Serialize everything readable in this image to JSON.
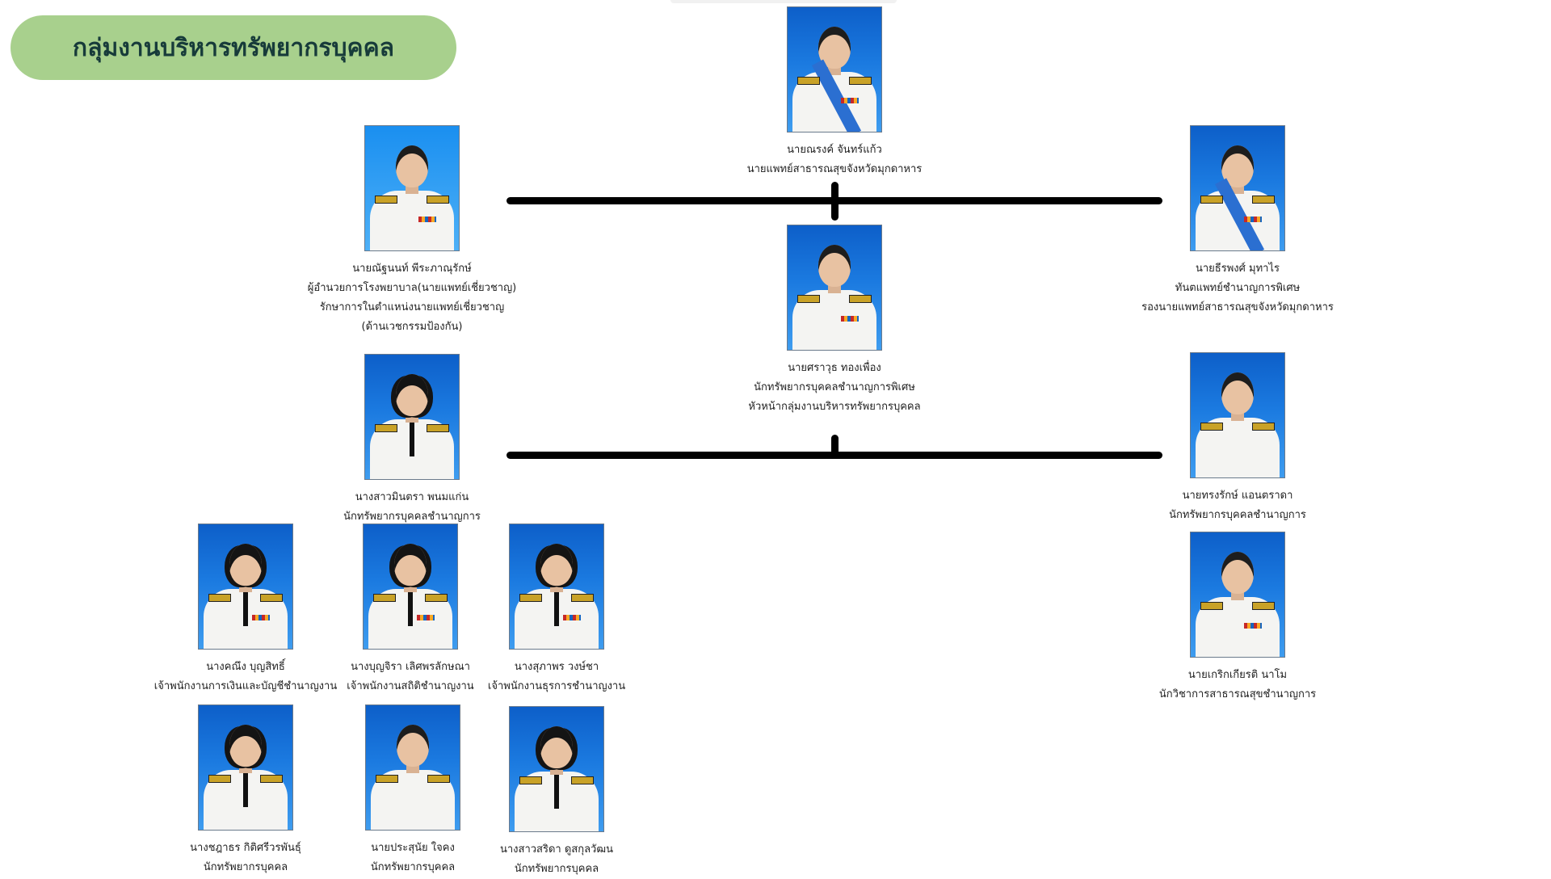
{
  "header": {
    "title": "กลุ่มงานบริหารทรัพยากรบุคคล"
  },
  "people": {
    "chief": {
      "name": "นายณรงค์ จันทร์แก้ว",
      "lines": [
        "นายแพทย์สาธารณสุขจังหวัดมุกดาหาร"
      ]
    },
    "deputy_left": {
      "name": "นายณัฐนนท์ พีระภาณุรักษ์",
      "lines": [
        "ผู้อำนวยการโรงพยาบาล(นายแพทย์เชี่ยวชาญ)",
        "รักษาการในตำแหน่งนายแพทย์เชี่ยวชาญ",
        "(ด้านเวชกรรมป้องกัน)"
      ]
    },
    "deputy_right": {
      "name": "นายธีรพงศ์ มุทาไร",
      "lines": [
        "ทันตแพทย์ชำนาญการพิเศษ",
        "รองนายแพทย์สาธารณสุขจังหวัดมุกดาหาร"
      ]
    },
    "group_head": {
      "name": "นายศราวุธ ทองเพื่อง",
      "lines": [
        "นักทรัพยากรบุคคลชำนาญการพิเศษ",
        "หัวหน้ากลุ่มงานบริหารทรัพยากรบุคคล"
      ]
    },
    "left_lead": {
      "name": "นางสาวมินตรา พนมแก่น",
      "lines": [
        "นักทรัพยากรบุคคลชำนาญการ"
      ]
    },
    "right_lead": {
      "name": "นายทรงรักษ์ แอนตราดา",
      "lines": [
        "นักทรัพยากรบุคคลชำนาญการ"
      ]
    },
    "staff1": {
      "name": "นางคณึง บุญสิทธิ์",
      "lines": [
        "เจ้าพนักงานการเงินและบัญชีชำนาญงาน"
      ]
    },
    "staff2": {
      "name": "นางบุญจิรา เลิศพรลักษณา",
      "lines": [
        "เจ้าพนักงานสถิติชำนาญงาน"
      ]
    },
    "staff3": {
      "name": "นางสุภาพร วงษ์ชา",
      "lines": [
        "เจ้าพนักงานธุรการชำนาญงาน"
      ]
    },
    "staff4": {
      "name": "นายเกริกเกียรติ นาโม",
      "lines": [
        "นักวิชาการสาธารณสุขชำนาญการ"
      ]
    },
    "staff5": {
      "name": "นางชฎาธร กิติศรีวรพันธุ์",
      "lines": [
        "นักทรัพยากรบุคคล"
      ]
    },
    "staff6": {
      "name": "นายประสุนัย ใจคง",
      "lines": [
        "นักทรัพยากรบุคคล"
      ]
    },
    "staff7": {
      "name": "นางสาวสริดา ดูสกุลวัฒน",
      "lines": [
        "นักทรัพยากรบุคคล"
      ]
    }
  },
  "colors": {
    "title_bg": "#a8d08d",
    "title_text": "#173b3a",
    "photo_bg": "#1b7ae0",
    "connector": "#000000"
  }
}
